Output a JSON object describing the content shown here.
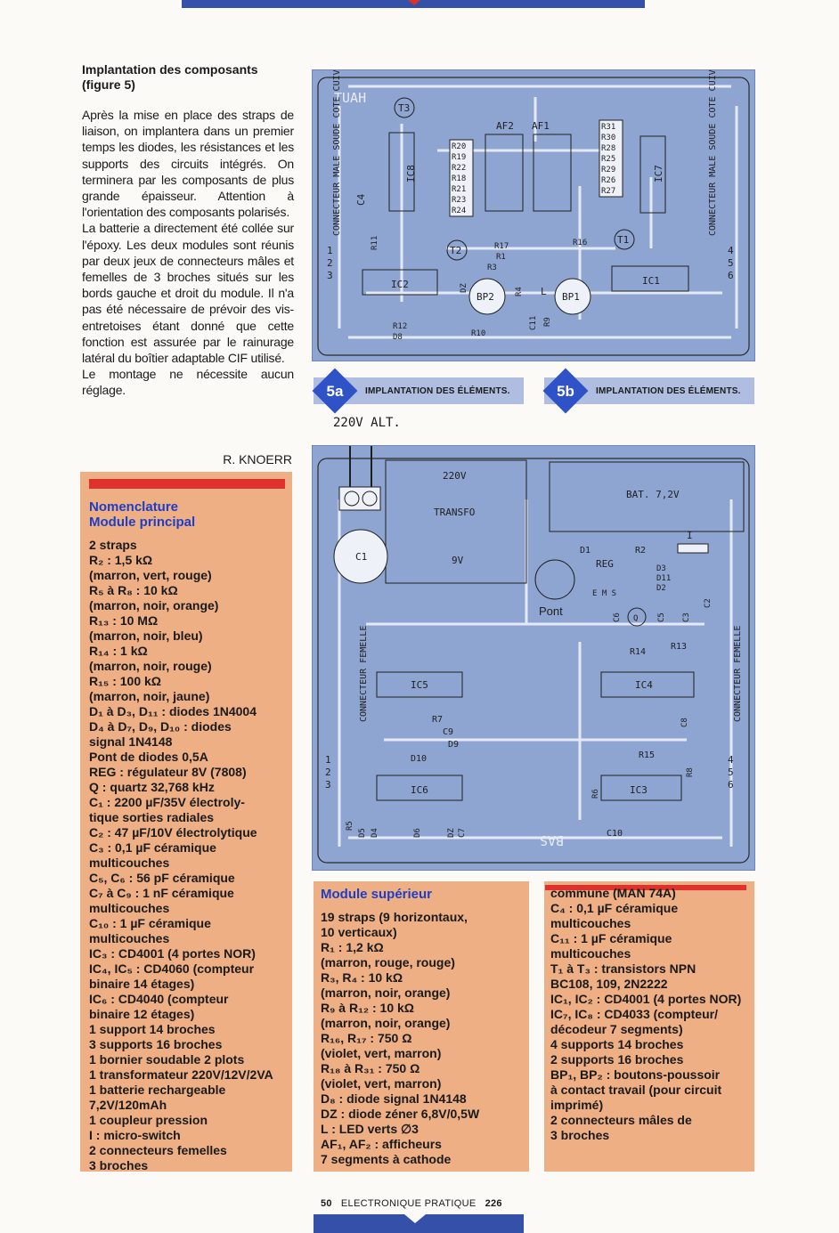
{
  "article": {
    "title": "Implantation des composants (figure 5)",
    "paragraphs": [
      "Après la mise en place des straps de liaison, on implantera dans un premier temps les diodes, les résistances et les supports des circuits intégrés. On terminera par les composants de plus grande épaisseur. Attention à l'orientation des composants polarisés.",
      "La batterie a directement été collée sur l'époxy. Les deux modules sont réunis par deux jeux de connecteurs mâles et femelles de 3 broches situés sur les bords gauche et droit du module. Il n'a pas été nécessaire de prévoir des vis-entretoises étant donné que cette fonction est assurée par le rainurage latéral du boîtier adaptable CIF utilisé.",
      "Le montage ne nécessite aucun réglage."
    ],
    "author": "R. KNOERR"
  },
  "figures": {
    "fig5a": {
      "number": "5a",
      "caption": "IMPLANTATION DES ÉLÉMENTS.",
      "labels": {
        "tuah": "TUAH",
        "conn_left": "CONNECTEUR MALE SOUDE COTE CUIVRE",
        "conn_right": "CONNECTEUR MALE SOUDE COTE CUIVRE",
        "t3": "T3",
        "t2": "T2",
        "t1": "T1",
        "af2": "AF2",
        "af1": "AF1",
        "ic8": "IC8",
        "ic7": "IC7",
        "ic2": "IC2",
        "ic1": "IC1",
        "c4": "C4",
        "r11": "R11",
        "r12": "R12",
        "d8": "D8",
        "dz": "DZ",
        "r20": "R20",
        "r19": "R19",
        "r22": "R22",
        "r18": "R18",
        "r21": "R21",
        "r23": "R23",
        "r24": "R24",
        "r31": "R31",
        "r30": "R30",
        "r28": "R28",
        "r25": "R25",
        "r29": "R29",
        "r26": "R26",
        "r27": "R27",
        "r17": "R17",
        "r1": "R1",
        "r3": "R3",
        "r4": "R4",
        "r16": "R16",
        "r10": "R10",
        "r9": "R9",
        "c11": "C11",
        "bp2": "BP2",
        "bp1": "BP1",
        "l": "L",
        "pins_left": [
          "1",
          "2",
          "3"
        ],
        "pins_right": [
          "4",
          "5",
          "6"
        ]
      }
    },
    "fig5b": {
      "number": "5b",
      "caption": "IMPLANTATION DES ÉLÉMENTS.",
      "supply_label": "220V ALT.",
      "labels": {
        "v220": "220V",
        "transfo": "TRANSFO",
        "v9": "9V",
        "bat": "BAT. 7,2V",
        "c1": "C1",
        "d1": "D1",
        "r2": "R2",
        "i": "I",
        "reg": "REG",
        "ems": "E M S",
        "pont": "Pont",
        "d3": "D3",
        "d11": "D11",
        "d2": "D2",
        "c2": "C2",
        "c6": "C6",
        "q": "Q",
        "c5": "C5",
        "c3": "C3",
        "r14": "R14",
        "r13": "R13",
        "ic5": "IC5",
        "ic4": "IC4",
        "ic6": "IC6",
        "ic3": "IC3",
        "r7": "R7",
        "c9": "C9",
        "d9": "D9",
        "d10": "D10",
        "c8": "C8",
        "r15": "R15",
        "r6": "R6",
        "r8": "R8",
        "r5": "R5",
        "d5": "D5",
        "d4": "D4",
        "d6": "D6",
        "dz7": "DZ",
        "c7": "C7",
        "c10": "C10",
        "bas": "BAS",
        "conn_left": "CONNECTEUR FEMELLE",
        "conn_right": "CONNECTEUR FEMELLE",
        "pins_left": [
          "1",
          "2",
          "3"
        ],
        "pins_right": [
          "4",
          "5",
          "6"
        ]
      }
    }
  },
  "nomenclature": {
    "title_line1": "Nomenclature",
    "title_line2": "Module principal",
    "items": [
      "2 straps",
      "R₂ : 1,5 kΩ",
      "(marron, vert, rouge)",
      "R₅ à R₈ : 10 kΩ",
      "(marron, noir, orange)",
      "R₁₃ : 10 MΩ",
      "(marron, noir, bleu)",
      "R₁₄ : 1 kΩ",
      "(marron, noir, rouge)",
      "R₁₅ : 100 kΩ",
      "(marron, noir, jaune)",
      "D₁ à D₃, D₁₁ : diodes 1N4004",
      "D₄ à D₇, D₉, D₁₀ : diodes",
      "signal 1N4148",
      "Pont de diodes 0,5A",
      "REG : régulateur 8V (7808)",
      "Q : quartz 32,768 kHz",
      "C₁ : 2200 µF/35V électroly-",
      "tique sorties radiales",
      "C₂ : 47 µF/10V électrolytique",
      "C₃ : 0,1 µF céramique",
      "multicouches",
      "C₅, C₆ : 56 pF céramique",
      "C₇ à C₉ : 1 nF céramique",
      "multicouches",
      "C₁₀ : 1 µF céramique",
      "multicouches",
      "IC₃ : CD4001 (4 portes NOR)",
      "IC₄, IC₅ : CD4060 (compteur",
      "binaire 14 étages)",
      "IC₆ : CD4040 (compteur",
      "binaire 12 étages)",
      "1 support 14 broches",
      "3 supports 16 broches",
      "1 bornier soudable 2 plots",
      "1 transformateur 220V/12V/2VA",
      "1 batterie rechargeable",
      "7,2V/120mAh",
      "1 coupleur pression",
      "I : micro-switch",
      "2 connecteurs femelles",
      "3 broches"
    ]
  },
  "module_superieur": {
    "title": "Module supérieur",
    "items_col1": [
      "19 straps (9 horizontaux,",
      "10 verticaux)",
      "R₁ : 1,2 kΩ",
      "(marron, rouge, rouge)",
      "R₃, R₄ : 10 kΩ",
      "(marron, noir, orange)",
      "R₉ à R₁₂ : 10 kΩ",
      "(marron, noir, orange)",
      "R₁₆, R₁₇ : 750 Ω",
      "(violet, vert, marron)",
      "R₁₈ à R₃₁ : 750 Ω",
      "(violet, vert, marron)",
      "D₈ : diode signal 1N4148",
      "DZ : diode zéner 6,8V/0,5W",
      "L : LED verts ∅3",
      "AF₁, AF₂ : afficheurs",
      "7 segments à cathode"
    ],
    "items_col2": [
      "commune (MAN 74A)",
      "C₄ : 0,1 µF céramique",
      "multicouches",
      "C₁₁ : 1 µF céramique",
      "multicouches",
      "T₁ à T₃ : transistors NPN",
      "BC108, 109, 2N2222",
      "IC₁, IC₂ : CD4001 (4 portes NOR)",
      "IC₇, IC₈ : CD4033 (compteur/",
      "décodeur 7 segments)",
      "4 supports 14 broches",
      "2 supports 16 broches",
      "BP₁, BP₂ : boutons-poussoir",
      "à contact travail (pour circuit",
      "imprimé)",
      "2 connecteurs mâles de",
      "3 broches"
    ]
  },
  "footer": {
    "page": "50",
    "magazine": "ELECTRONIQUE PRATIQUE",
    "issue": "226"
  }
}
